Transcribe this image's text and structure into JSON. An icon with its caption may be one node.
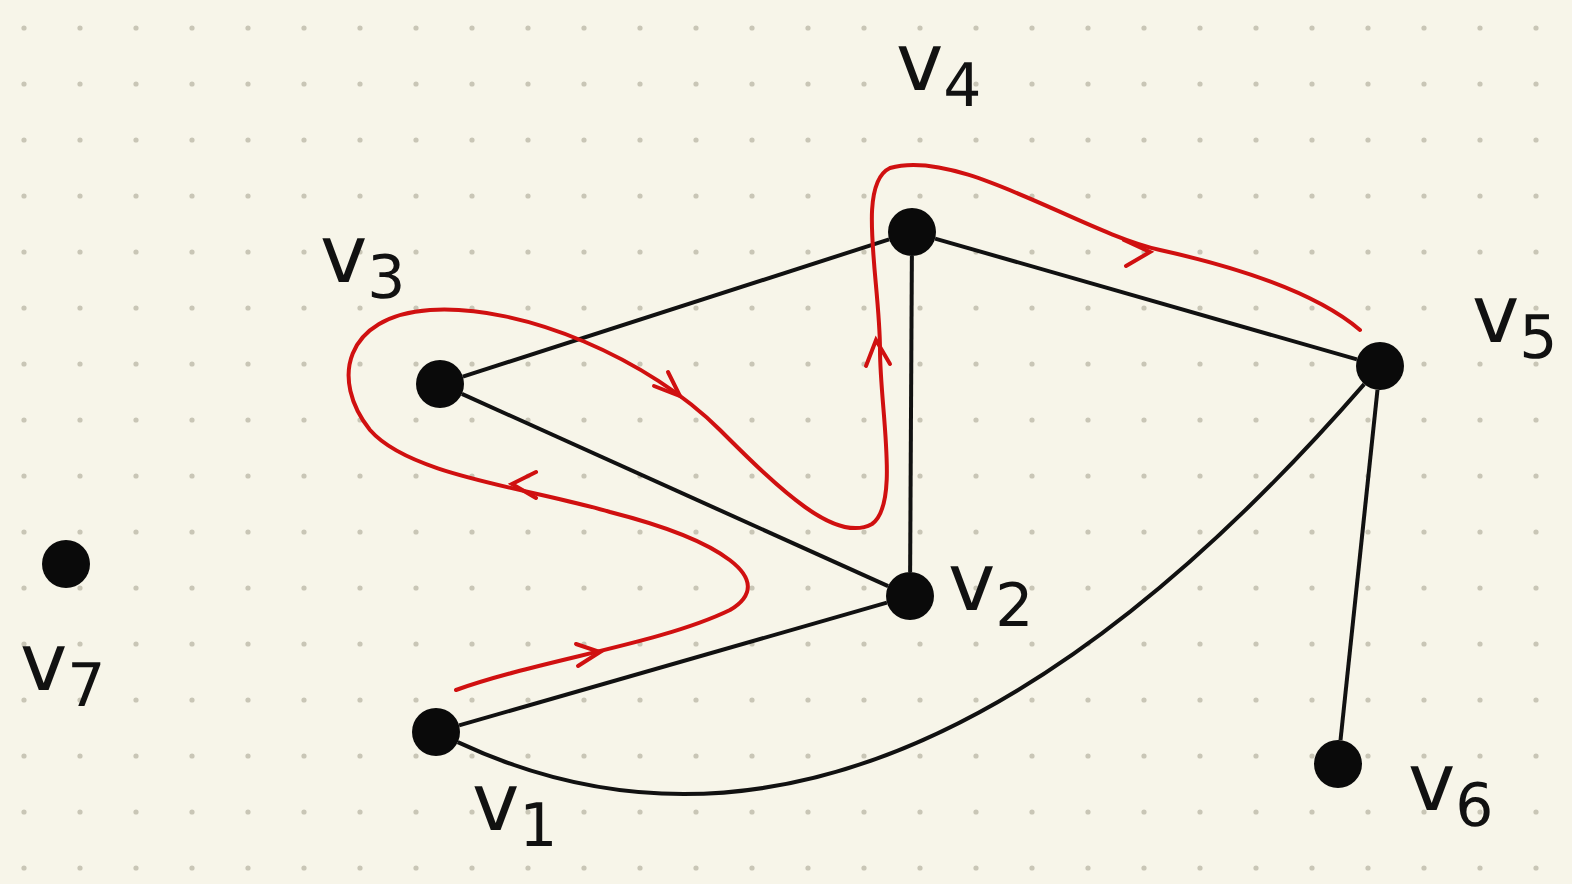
{
  "diagram": {
    "nodes": [
      {
        "text": [],
        "shape": "circle",
        "beside": [
          "v$_{1}$"
        ]
      },
      {
        "text": [],
        "shape": "circle",
        "beside": [
          "v$_{2}$"
        ]
      },
      {
        "text": [],
        "shape": "circle",
        "beside": [
          "v$_{3}$"
        ]
      },
      {
        "text": [],
        "shape": "circle",
        "beside": [
          "v$_{4}$"
        ]
      },
      {
        "text": [],
        "shape": "circle",
        "beside": [
          "v$_{5}$"
        ]
      },
      {
        "text": [],
        "shape": "circle",
        "beside": [
          "v$_{6}$"
        ]
      },
      {
        "text": [],
        "shape": "circle",
        "beside": [
          "v$_{7}$"
        ]
      }
    ],
    "edges": [
      {
        "from": 0,
        "to": 1,
        "arrow": "none"
      },
      {
        "from": 0,
        "to": 4,
        "arrow": "none"
      },
      {
        "from": 2,
        "to": 1,
        "arrow": "none"
      },
      {
        "from": 1,
        "to": 3,
        "arrow": "none"
      },
      {
        "from": 2,
        "to": 3,
        "arrow": "none"
      },
      {
        "from": 3,
        "to": 4,
        "arrow": "none"
      },
      {
        "from": 4,
        "to": 5,
        "arrow": "none"
      }
    ]
  }
}
